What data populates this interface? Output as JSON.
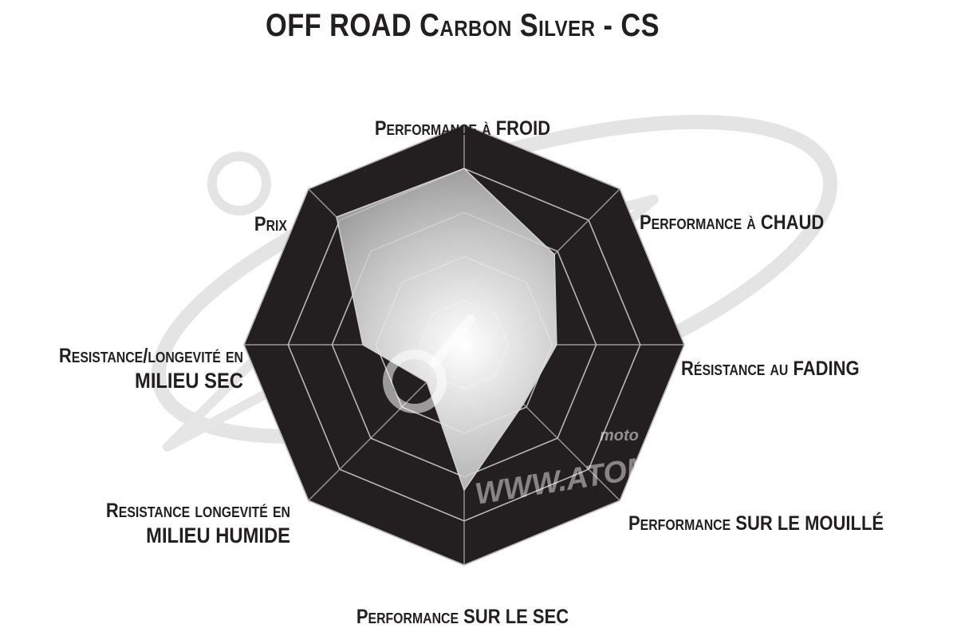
{
  "chart_data": {
    "type": "radar",
    "title_parts": [
      "OFF ROAD",
      "Carbon Silver",
      "- CS"
    ],
    "axes": [
      {
        "key": "froid",
        "parts": [
          "Performance à",
          "FROID"
        ]
      },
      {
        "key": "chaud",
        "parts": [
          "Performance à",
          "CHAUD"
        ]
      },
      {
        "key": "fading",
        "parts": [
          "Résistance au",
          "FADING"
        ]
      },
      {
        "key": "mouille",
        "parts": [
          "Performance",
          "SUR LE MOUILLÉ"
        ]
      },
      {
        "key": "sec",
        "parts": [
          "Performance",
          "SUR LE SEC"
        ]
      },
      {
        "key": "humide",
        "parts": [
          "Resistance longevité en",
          "MILIEU HUMIDE"
        ]
      },
      {
        "key": "milsec",
        "parts": [
          "Resistance/longevité en",
          "MILIEU SEC"
        ]
      },
      {
        "key": "prix",
        "parts": [
          "Prix",
          ""
        ]
      }
    ],
    "levels": 5,
    "max": 5,
    "values": [
      4,
      2.9,
      2.1,
      1.9,
      3.3,
      1.2,
      2.3,
      4.1
    ],
    "colors": {
      "outer": "#231f20",
      "grid": "#9a9a9a",
      "fill_center": "#ffffff",
      "fill_edge": "#8e8e8e"
    }
  },
  "watermark": {
    "url": "WWW.ATOMICMOTO.FR",
    "sub": "moto"
  }
}
